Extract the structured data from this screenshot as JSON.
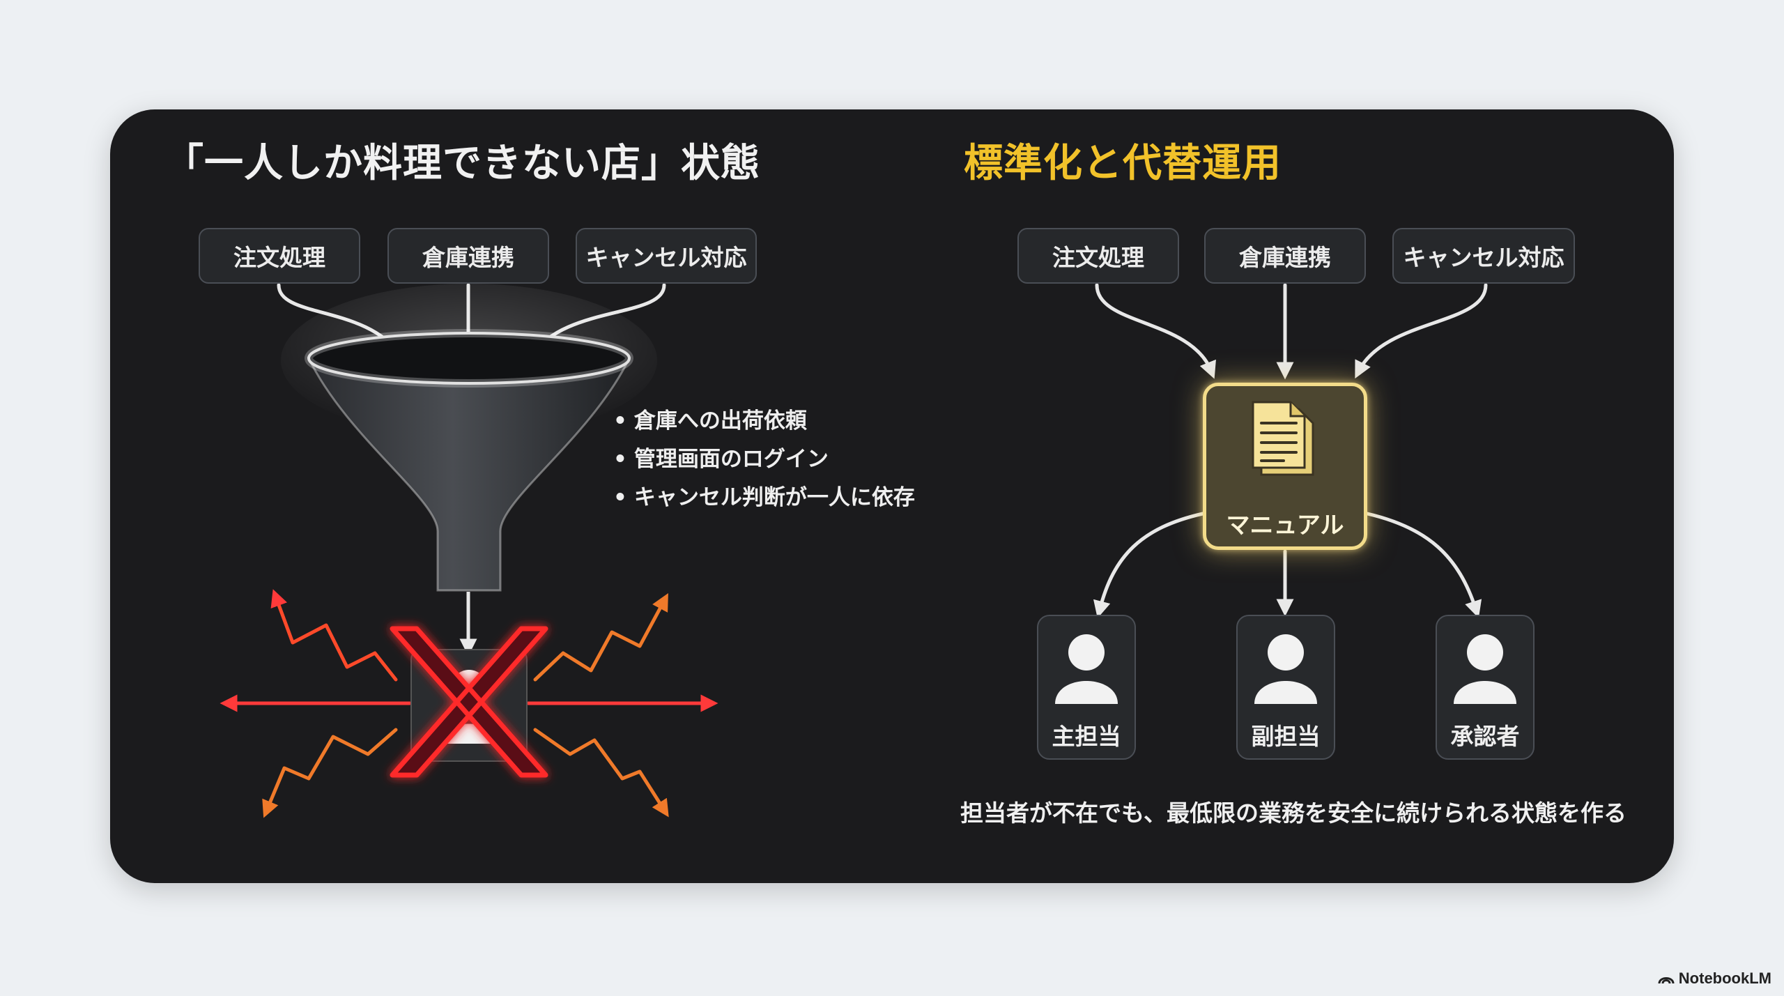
{
  "left": {
    "title": "「一人しか料理できない店」状態",
    "chips": [
      "注文処理",
      "倉庫連携",
      "キャンセル対応"
    ],
    "bullets": [
      "倉庫への出荷依頼",
      "管理画面のログイン",
      "キャンセル判断が一人に依存"
    ]
  },
  "right": {
    "title": "標準化と代替運用",
    "chips": [
      "注文処理",
      "倉庫連携",
      "キャンセル対応"
    ],
    "manual_label": "マニュアル",
    "people": [
      "主担当",
      "副担当",
      "承認者"
    ],
    "note": "担当者が不在でも、最低限の業務を安全に続けられる状態を作る"
  },
  "colors": {
    "accent": "#f2c22a",
    "danger": "#ff2a2a",
    "warning": "#f07a2a"
  },
  "icons": [
    "funnel-icon",
    "cross-icon",
    "person-icon",
    "document-icon",
    "notebooklm-logo-icon"
  ],
  "brand": "NotebookLM"
}
